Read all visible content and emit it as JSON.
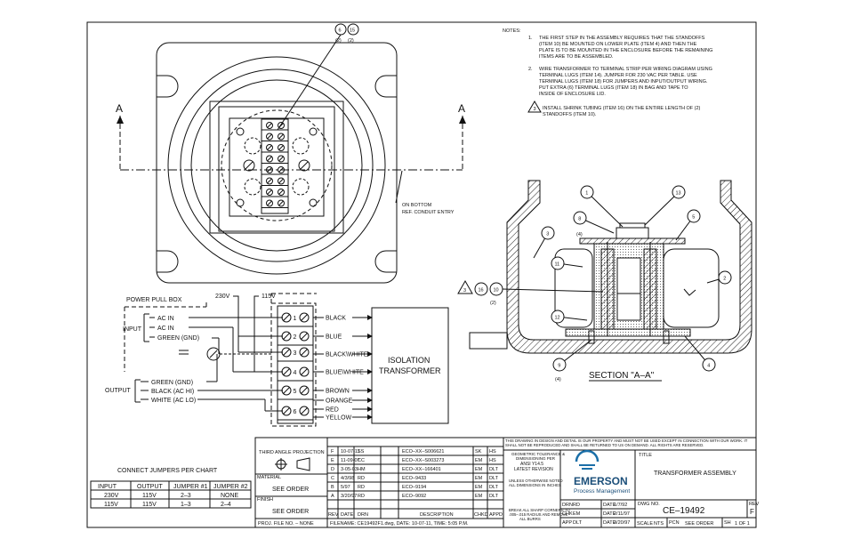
{
  "notes": {
    "heading": "NOTES:",
    "n1_num": "1.",
    "n1_l1": "THE FIRST STEP IN THE ASSEMBLY REQUIRES THAT THE STANDOFFS",
    "n1_l2": "(ITEM 10) BE MOUNTED ON LOWER PLATE (ITEM 4) AND THEN THE",
    "n1_l3": "PLATE IS TO BE MOUNTED IN THE ENCLOSURE BEFORE THE REMAINING",
    "n1_l4": "ITEMS ARE TO BE ASSEMBLED.",
    "n2_num": "2.",
    "n2_l1": "WIRE TRANSFORMER TO TERMINAL STRIP PER WIRING DIAGRAM USING",
    "n2_l2": "TERMINAL LUGS (ITEM 14). JUMPER FOR 230 VAC PER TABLE. USE",
    "n2_l3": "TERMINAL LUGS (ITEM 18) FOR JUMPERS AND INPUT/OUTPUT WIRING.",
    "n2_l4": "PUT EXTRA (6) TERMINAL LUGS (ITEM 18) IN BAG AND TAPE TO",
    "n2_l5": "INSIDE OF ENCLOSURE LID.",
    "n3_num": "3",
    "n3_l1": "INSTALL SHRINK TUBING (ITEM 16) ON THE ENTIRE LENGTH OF (2)",
    "n3_l2": "STANDOFFS (ITEM 10)."
  },
  "top_view": {
    "section_a_left": "A",
    "section_a_right": "A",
    "bubble_6": "6",
    "bubble_15": "15",
    "qty_6": "(2)",
    "qty_15": "(2)",
    "conduit_l1": "ON BOTTOM",
    "conduit_l2": "REF. CONDUIT ENTRY"
  },
  "section_view": {
    "title": "SECTION \"A–A\"",
    "b1": "1",
    "b13": "13",
    "b8": "8",
    "q8": "(4)",
    "b5": "5",
    "b3": "3",
    "b11": "11",
    "b2": "2",
    "b16": "16",
    "b10": "10",
    "q10": "(2)",
    "tri3": "3",
    "b12": "12",
    "b9": "9",
    "q9": "(4)",
    "b4": "4"
  },
  "wiring": {
    "power_pull_box": "POWER PULL BOX",
    "v230": "230V",
    "v115": "115V",
    "input": "INPUT",
    "in_ac1": "AC IN",
    "in_ac2": "AC IN",
    "in_gnd": "GREEN (GND)",
    "output": "OUTPUT",
    "out_gnd": "GREEN (GND)",
    "out_hi": "BLACK (AC HI)",
    "out_lo": "WHITE (AC LO)",
    "t1": "1",
    "t2": "2",
    "t3": "3",
    "t4": "4",
    "t5": "5",
    "t6": "6",
    "w_black": "BLACK",
    "w_blue": "BLUE",
    "w_black_white": "BLACK\\WHITE",
    "w_blue_white": "BLUE\\WHITE",
    "w_brown": "BROWN",
    "w_orange": "ORANGE",
    "w_red": "RED",
    "w_yellow": "YELLOW",
    "xfmr_l1": "ISOLATION",
    "xfmr_l2": "TRANSFORMER"
  },
  "jumper_table": {
    "title": "CONNECT JUMPERS PER CHART",
    "headers": [
      "INPUT",
      "OUTPUT",
      "JUMPER #1",
      "JUMPER #2"
    ],
    "rows": [
      [
        "230V",
        "115V",
        "2–3",
        "NONE"
      ],
      [
        "115V",
        "115V",
        "1–3",
        "2–4"
      ]
    ]
  },
  "title_block": {
    "projection": "THIRD ANGLE PROJECTION",
    "material_label": "MATERIAL",
    "material_value": "SEE ORDER",
    "finish_label": "FINISH",
    "finish_value": "SEE ORDER",
    "proj_file": "PROJ. FILE NO. – NONE",
    "revisions": [
      [
        "F",
        "10-07-11",
        "SS",
        "ECO–XX–S006621",
        "SK",
        "HS"
      ],
      [
        "E",
        "11-09-07",
        "CC",
        "ECO–XX–S003273",
        "EM",
        "HS"
      ],
      [
        "D",
        "3-05-03",
        "HM",
        "ECO–XX–166401",
        "EM",
        "DLT"
      ],
      [
        "C",
        "4/3/98",
        "RD",
        "ECO–9433",
        "EM",
        "DLT"
      ],
      [
        "B",
        "5/97",
        "RD",
        "ECO–9194",
        "EM",
        "DLT"
      ],
      [
        "A",
        "3/20/97",
        "RD",
        "ECO–9092",
        "EM",
        "DLT"
      ]
    ],
    "rev_headers": [
      "REV",
      "DATE",
      "DRN",
      "DESCRIPTION",
      "CHKD",
      "APPD"
    ],
    "filename": "FILENAME: CE19492F1.dwg, DATE: 10-07-11, TIME: 5:05 P.M.",
    "proprietary": "THIS DRAWING IN DESIGN AND DETAIL IS OUR PROPERTY AND MUST NOT BE USED EXCEPT IN CONNECTION WITH OUR WORK. IT SHALL NOT BE REPRODUCED AND SHALL BE RETURNED TO US ON DEMAND. ALL RIGHTS ARE RESERVED.",
    "tol_l1": "GEOMETRIC TOLERANCE &",
    "tol_l2": "DIMENSIONING PER",
    "tol_l3": "ANSI Y14.5",
    "tol_l4": "LATEST REVISION",
    "tol_l5": "UNLESS OTHERWISE NOTED",
    "tol_l6": "ALL DIMENSIONS IN INCHES",
    "tol_l7": "BREAK ALL SHARP CORNERS TO",
    "tol_l8": ".005–.015 RADIUS AND REMOVE",
    "tol_l9": "ALL BURRS",
    "brand": "EMERSON",
    "brand_sub": "Process Management",
    "drn_label": "DRN",
    "drn_value": "RD",
    "drn_date_label": "DATE",
    "drn_date": "1/7/92",
    "chk_label": "CHK",
    "chk_value": "EM",
    "chk_date_label": "DATE",
    "chk_date": "2/11/97",
    "app_label": "APP",
    "app_value": "DLT",
    "app_date_label": "DATE",
    "app_date": "3/20/97",
    "title_label": "TITLE",
    "title_value": "TRANSFORMER ASSEMBLY",
    "dwg_label": "DWG NO.",
    "dwg_value": "CE–19492",
    "rev_label": "REV",
    "rev_value": "F",
    "scale_label": "SCALE",
    "scale_value": "NTS",
    "pcn_label": "PCN",
    "pcn_value": "SEE ORDER",
    "sheet_label": "SH",
    "sheet_value": "1 OF 1"
  }
}
